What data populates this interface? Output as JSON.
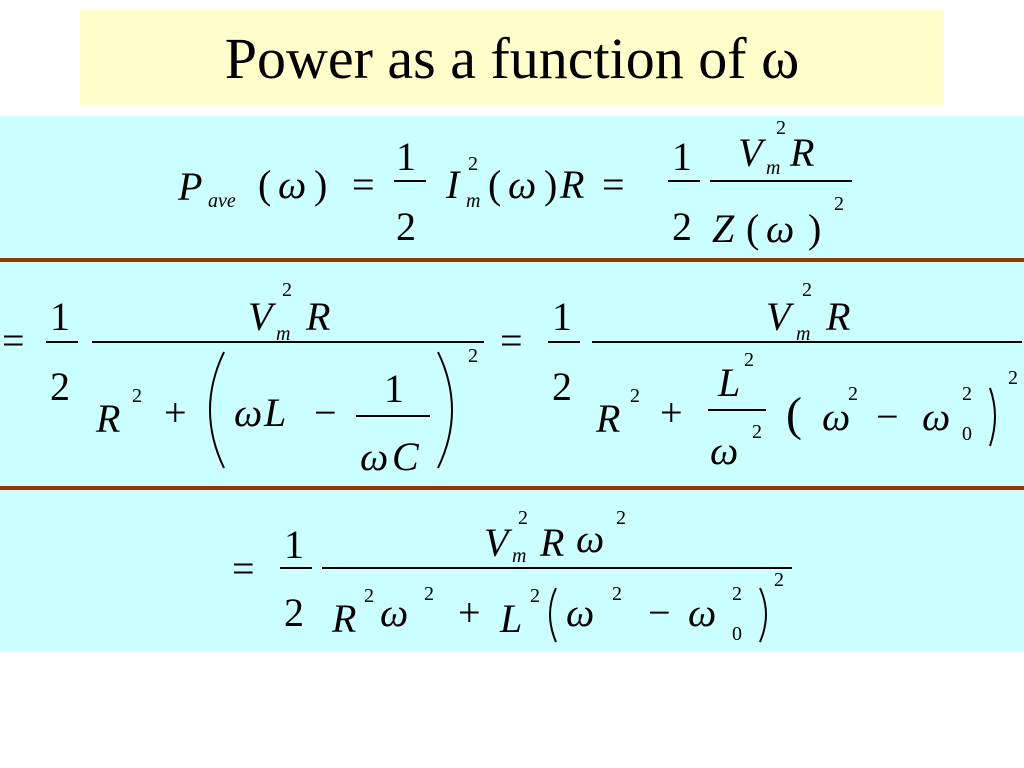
{
  "slide": {
    "title": "Power as a function of ω"
  },
  "equations": {
    "eq1": {
      "P": "P",
      "ave": "ave",
      "omega": "ω",
      "one": "1",
      "two": "2",
      "I": "I",
      "m": "m",
      "sq": "2",
      "R": "R",
      "V": "V",
      "Z": "Z",
      "equals": "=",
      "lparen": "(",
      "rparen": ")"
    },
    "eq2": {
      "equals": "=",
      "one": "1",
      "two": "2",
      "V": "V",
      "m": "m",
      "R": "R",
      "plus": "+",
      "minus": "−",
      "omega": "ω",
      "L": "L",
      "C": "C",
      "zero": "0",
      "sq": "2"
    },
    "eq3": {
      "equals": "=",
      "one": "1",
      "two": "2",
      "V": "V",
      "m": "m",
      "R": "R",
      "plus": "+",
      "minus": "−",
      "omega": "ω",
      "L": "L",
      "zero": "0",
      "sq": "2"
    }
  }
}
